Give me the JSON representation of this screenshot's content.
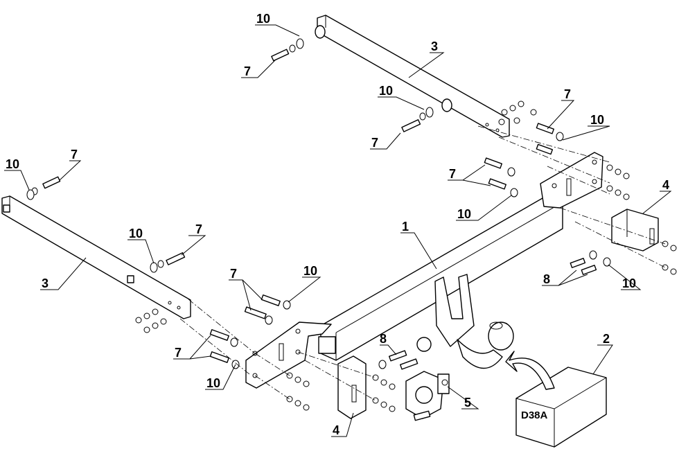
{
  "diagram": {
    "labels": {
      "l1": "1",
      "l2": "2",
      "l3a": "3",
      "l3b": "3",
      "l4a": "4",
      "l4b": "4",
      "l5": "5",
      "l7a": "7",
      "l7b": "7",
      "l7c": "7",
      "l7d": "7",
      "l7e": "7",
      "l7f": "7",
      "l7g": "7",
      "l7h": "7",
      "l8a": "8",
      "l8b": "8",
      "l10a": "10",
      "l10b": "10",
      "l10c": "10",
      "l10d": "10",
      "l10e": "10",
      "l10f": "10",
      "l10g": "10",
      "l10h": "10",
      "l10i": "10"
    },
    "box_code": "D38A"
  }
}
